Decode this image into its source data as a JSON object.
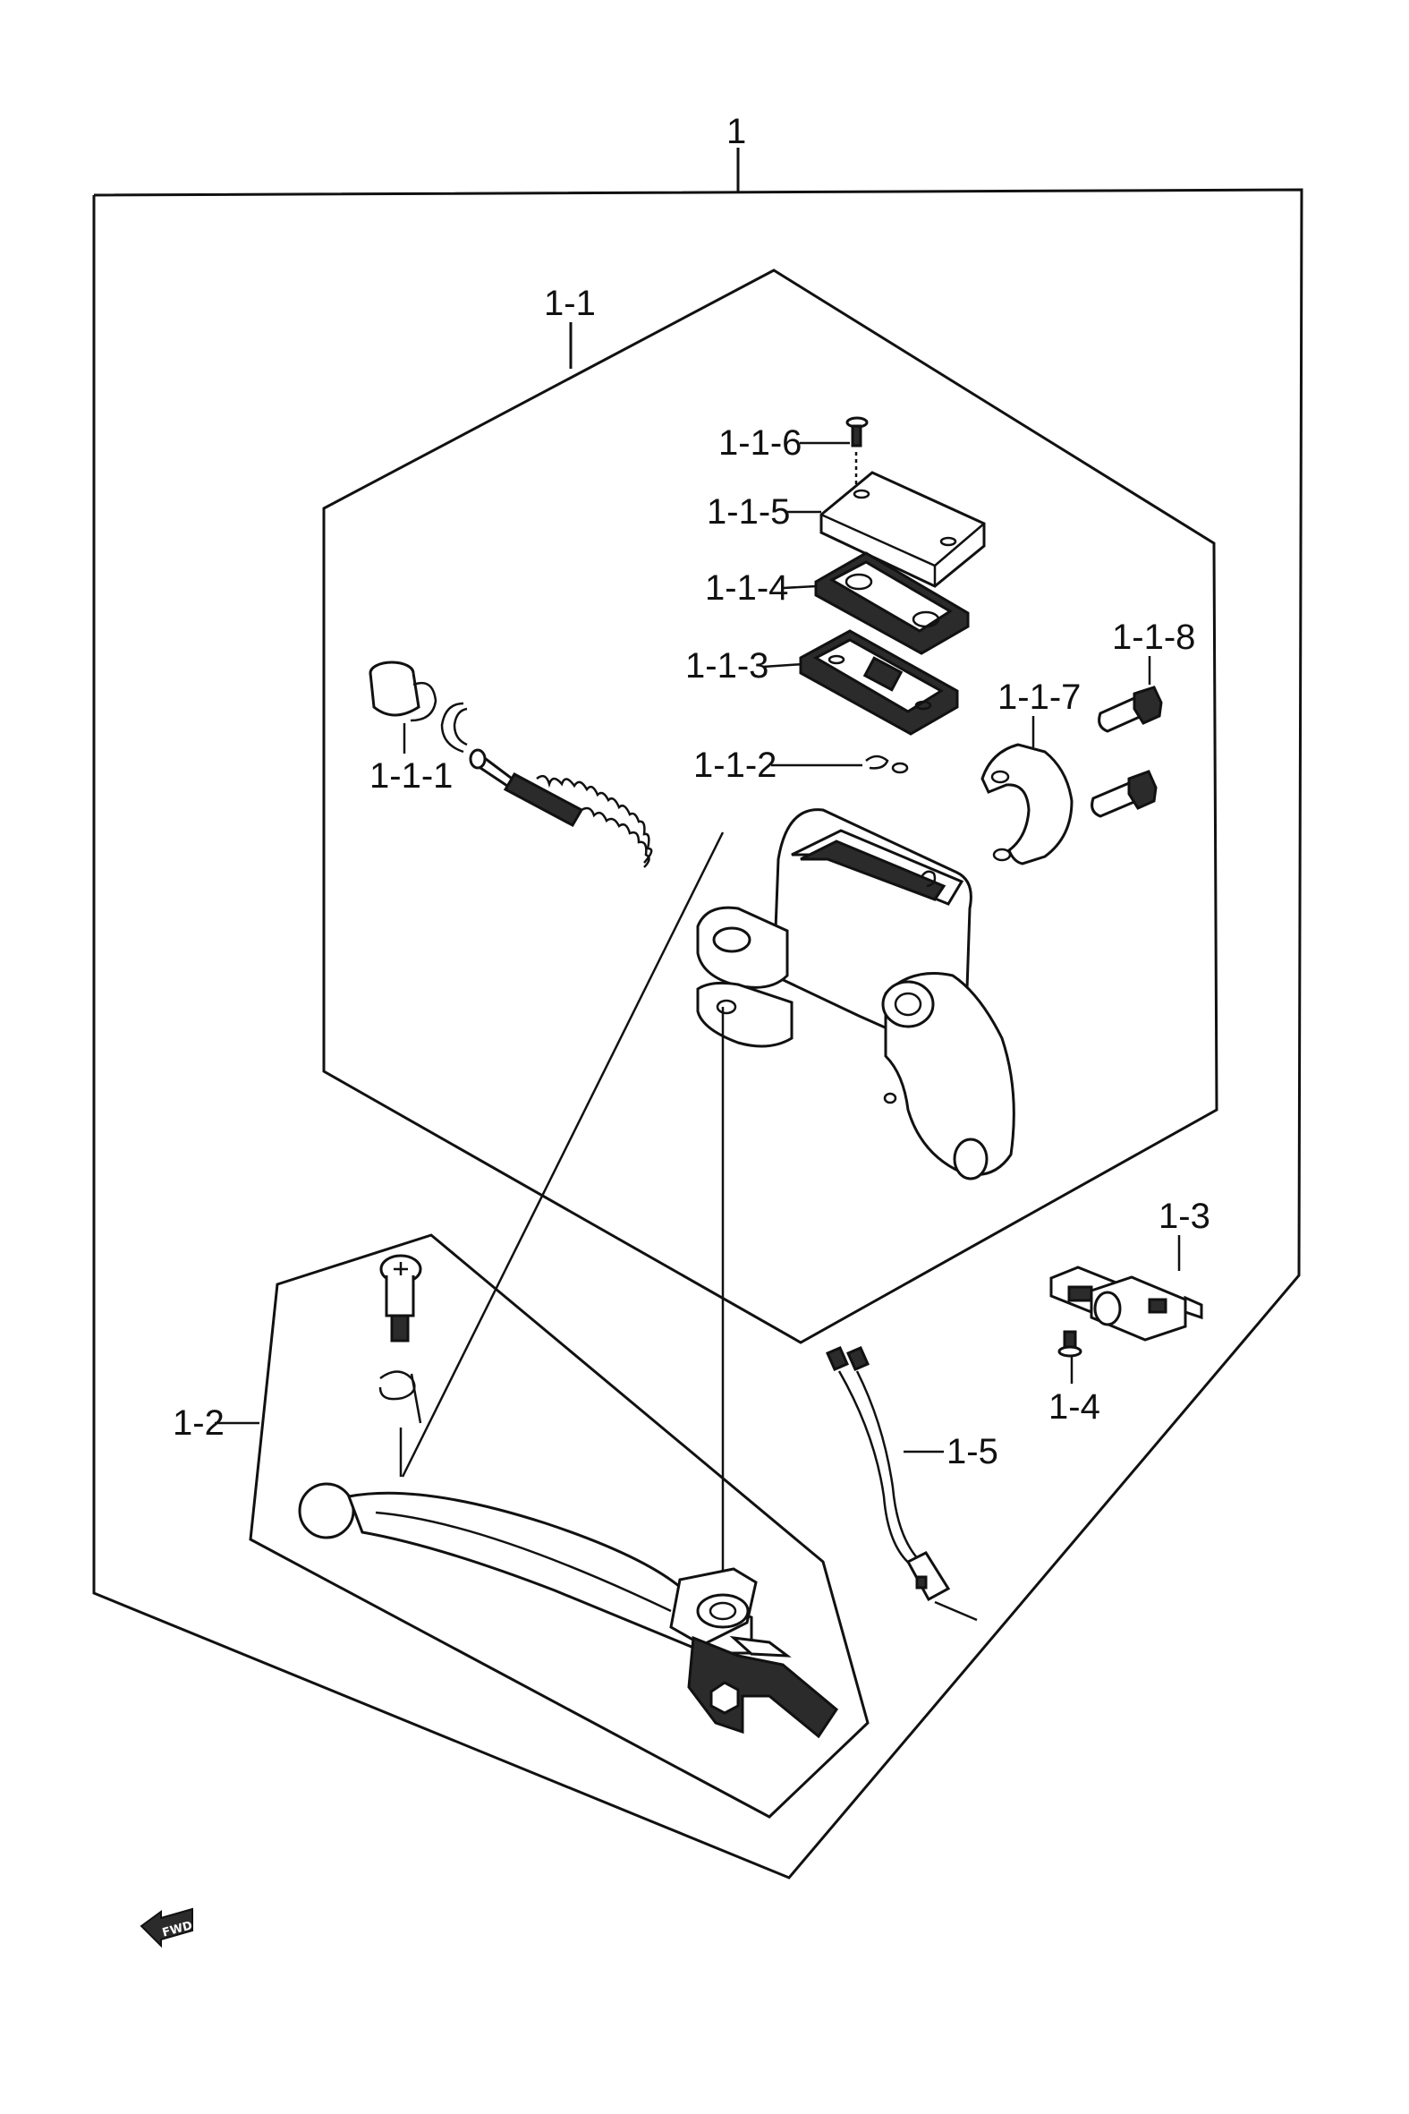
{
  "callouts": {
    "assembly": "1",
    "master_cylinder": "1-1",
    "boot": "1-1-1",
    "circlip": "1-1-2",
    "diaphragm_plate": "1-1-3",
    "diaphragm": "1-1-4",
    "reservoir_cap": "1-1-5",
    "cap_screw": "1-1-6",
    "clamp_holder": "1-1-7",
    "clamp_bolt": "1-1-8",
    "lever": "1-2",
    "stop_switch": "1-3",
    "switch_screw": "1-4",
    "wire_harness": "1-5"
  },
  "direction_badge": "FWD"
}
